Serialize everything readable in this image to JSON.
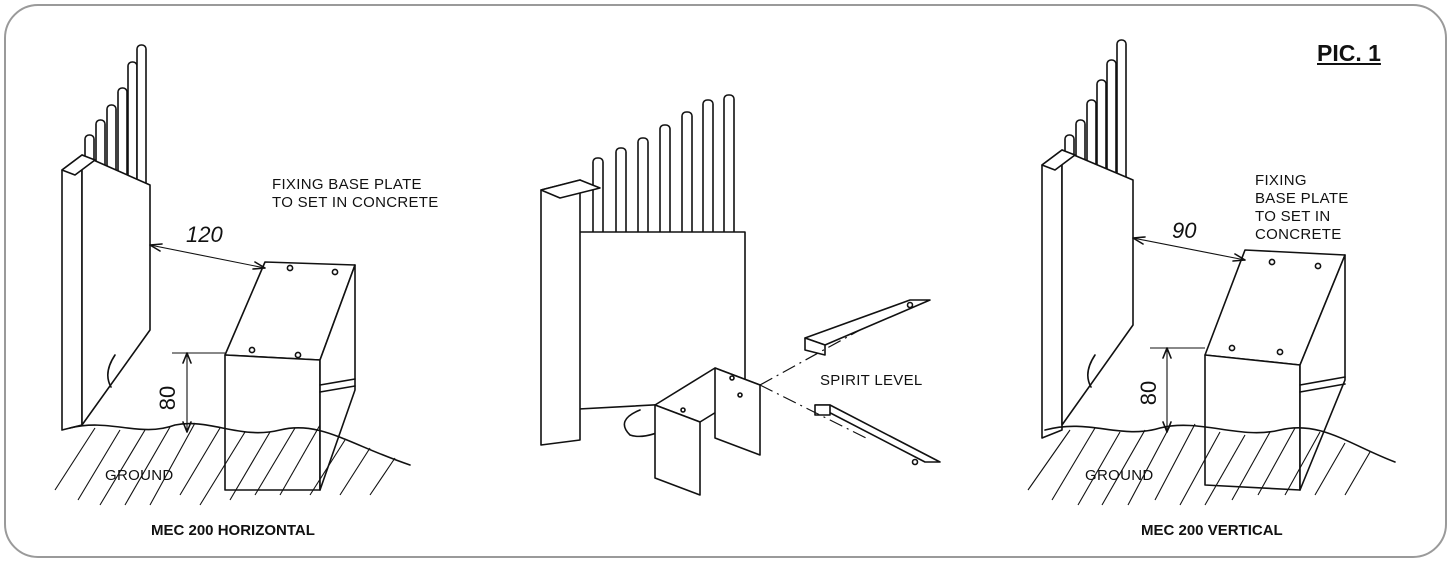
{
  "figure_label": "PIC. 1",
  "left_view": {
    "caption": "MEC 200 HORIZONTAL",
    "plate_label": "FIXING BASE PLATE\nTO SET IN CONCRETE",
    "distance": "120",
    "height": "80",
    "ground": "GROUND"
  },
  "center_view": {
    "level_label": "SPIRIT LEVEL"
  },
  "right_view": {
    "caption": "MEC 200 VERTICAL",
    "plate_label": "FIXING\nBASE PLATE\nTO SET IN\nCONCRETE",
    "distance": "90",
    "height": "80",
    "ground": "GROUND"
  }
}
